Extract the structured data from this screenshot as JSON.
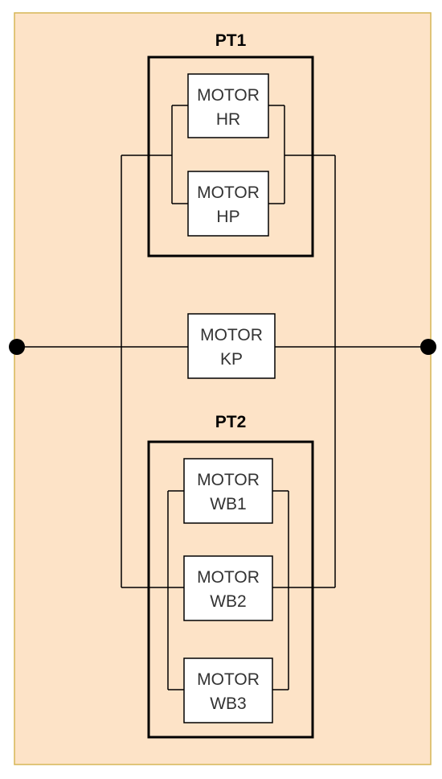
{
  "colors": {
    "panel_fill": "#fde3c7",
    "panel_border": "#d6b656",
    "line": "#000000",
    "box_fill": "#ffffff",
    "text": "#333333"
  },
  "groups": {
    "pt1": {
      "label": "PT1"
    },
    "pt2": {
      "label": "PT2"
    }
  },
  "motors": {
    "hr": {
      "line1": "MOTOR",
      "line2": "HR"
    },
    "hp": {
      "line1": "MOTOR",
      "line2": "HP"
    },
    "kp": {
      "line1": "MOTOR",
      "line2": "KP"
    },
    "wb1": {
      "line1": "MOTOR",
      "line2": "WB1"
    },
    "wb2": {
      "line1": "MOTOR",
      "line2": "WB2"
    },
    "wb3": {
      "line1": "MOTOR",
      "line2": "WB3"
    }
  }
}
